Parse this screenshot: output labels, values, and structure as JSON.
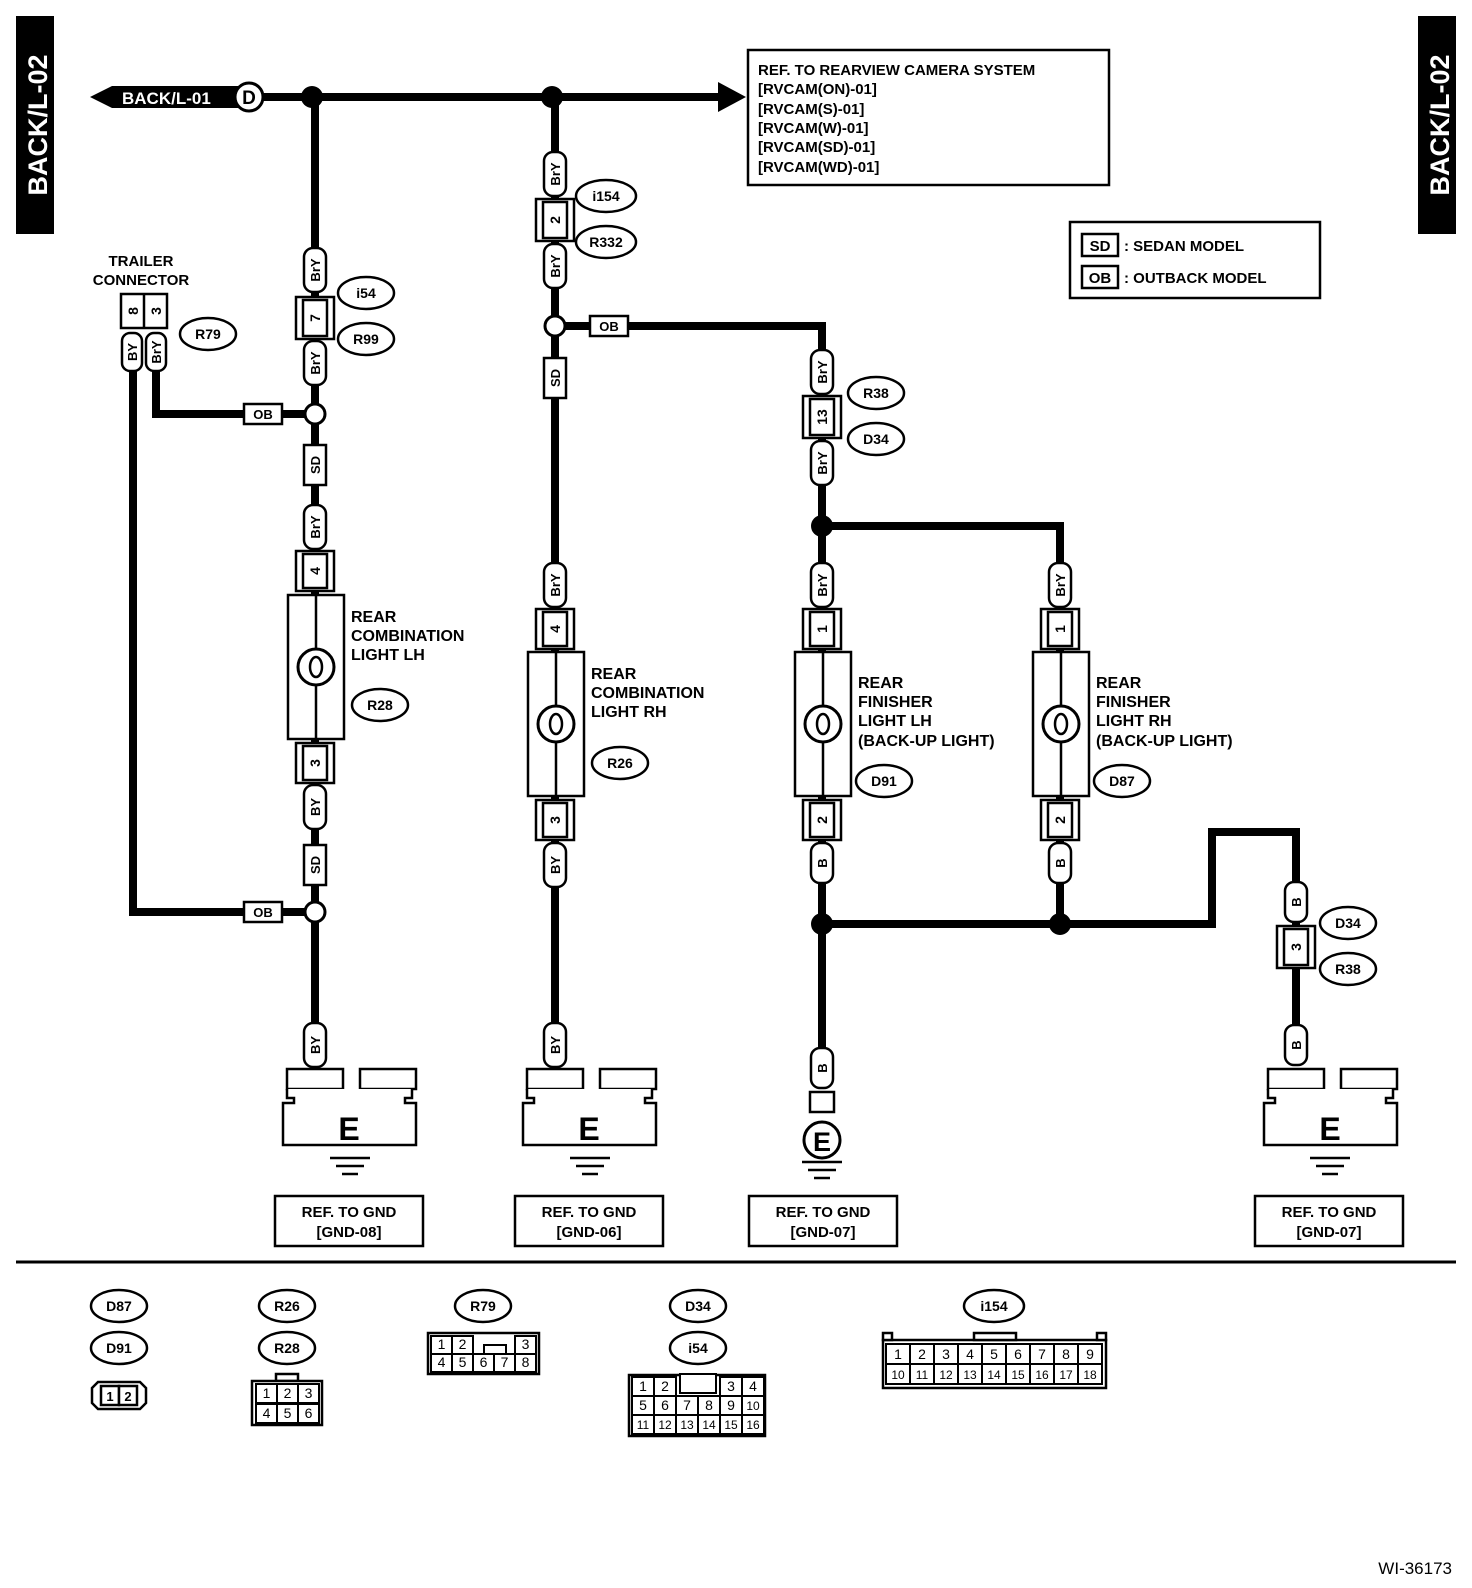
{
  "side_tab_left": "BACK/L-02",
  "side_tab_right": "BACK/L-02",
  "from_ref": {
    "text": "BACK/L-01",
    "terminal": "D"
  },
  "camera_ref": {
    "title": "REF. TO REARVIEW CAMERA SYSTEM",
    "lines": [
      "[RVCAM(ON)-01]",
      "[RVCAM(S)-01]",
      "[RVCAM(W)-01]",
      "[RVCAM(SD)-01]",
      "[RVCAM(WD)-01]"
    ]
  },
  "legend": [
    {
      "code": "SD",
      "text": ": SEDAN MODEL"
    },
    {
      "code": "OB",
      "text": ": OUTBACK MODEL"
    }
  ],
  "trailer_connector": {
    "label_lines": [
      "TRAILER",
      "CONNECTOR"
    ],
    "pins": [
      "8",
      "3"
    ],
    "wires": [
      "BY",
      "BrY"
    ],
    "connector": "R79"
  },
  "wire_colors": {
    "BrY": "BrY",
    "BY": "BY",
    "B": "B",
    "SD": "SD",
    "OB": "OB"
  },
  "connectors": {
    "i54": "i54",
    "R99": "R99",
    "i154": "i154",
    "R332": "R332",
    "R38": "R38",
    "D34": "D34",
    "R28": "R28",
    "R26": "R26",
    "D91": "D91",
    "D87": "D87"
  },
  "pins": {
    "i54_R99": "7",
    "i154_R332": "2",
    "R38_D34": "13",
    "lh_in": "4",
    "lh_out": "3",
    "rh_in": "4",
    "rh_out": "3",
    "flh_in": "1",
    "flh_out": "2",
    "frh_in": "1",
    "frh_out": "2",
    "gnd07": "3"
  },
  "components": {
    "rear_combination_lh": [
      "REAR",
      "COMBINATION",
      "LIGHT LH"
    ],
    "rear_combination_rh": [
      "REAR",
      "COMBINATION",
      "LIGHT RH"
    ],
    "rear_finisher_lh": [
      "REAR",
      "FINISHER",
      "LIGHT LH",
      "(BACK-UP LIGHT)"
    ],
    "rear_finisher_rh": [
      "REAR",
      "FINISHER",
      "LIGHT RH",
      "(BACK-UP LIGHT)"
    ]
  },
  "ground_symbol": "E",
  "ground_refs": [
    {
      "line1": "REF. TO GND",
      "line2": "[GND-08]"
    },
    {
      "line1": "REF. TO GND",
      "line2": "[GND-06]"
    },
    {
      "line1": "REF. TO GND",
      "line2": "[GND-07]"
    },
    {
      "line1": "REF. TO GND",
      "line2": "[GND-07]"
    }
  ],
  "connector_views": {
    "d87_d91": {
      "labels": [
        "D87",
        "D91"
      ],
      "pins": [
        "1",
        "2"
      ]
    },
    "r26_r28": {
      "labels": [
        "R26",
        "R28"
      ],
      "pins": [
        "1",
        "2",
        "3",
        "4",
        "5",
        "6"
      ]
    },
    "r79": {
      "labels": [
        "R79"
      ],
      "pins": [
        "1",
        "2",
        "3",
        "4",
        "5",
        "6",
        "7",
        "8"
      ]
    },
    "d34_i54": {
      "labels": [
        "D34",
        "i54"
      ],
      "pins": [
        "1",
        "2",
        "3",
        "4",
        "5",
        "6",
        "7",
        "8",
        "9",
        "10",
        "11",
        "12",
        "13",
        "14",
        "15",
        "16"
      ]
    },
    "i154": {
      "labels": [
        "i154"
      ],
      "pins": [
        "1",
        "2",
        "3",
        "4",
        "5",
        "6",
        "7",
        "8",
        "9",
        "10",
        "11",
        "12",
        "13",
        "14",
        "15",
        "16",
        "17",
        "18"
      ]
    }
  },
  "figure_id": "WI-36173"
}
